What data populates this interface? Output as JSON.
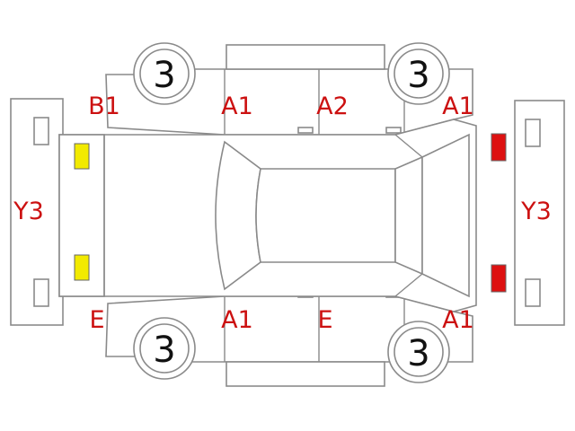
{
  "colors": {
    "code_text": "#cc1111",
    "outline": "#8a8a8a",
    "front_lamp": "#f2ea00",
    "rear_lamp": "#dd1111"
  },
  "tyre_grades": {
    "front_left": "3",
    "rear_left": "3",
    "front_right": "3",
    "rear_right": "3"
  },
  "codes": {
    "front_bumper": "Y3",
    "rear_bumper": "Y3",
    "top_front_corner": "B1",
    "top_front_door": "A1",
    "top_rear_door": "A2",
    "top_rear_corner": "A1",
    "bottom_front_corner": "E",
    "bottom_front_door": "A1",
    "bottom_rear_door": "E",
    "bottom_rear_corner": "A1"
  },
  "lamps": {
    "front": "yellow",
    "rear": "red"
  }
}
